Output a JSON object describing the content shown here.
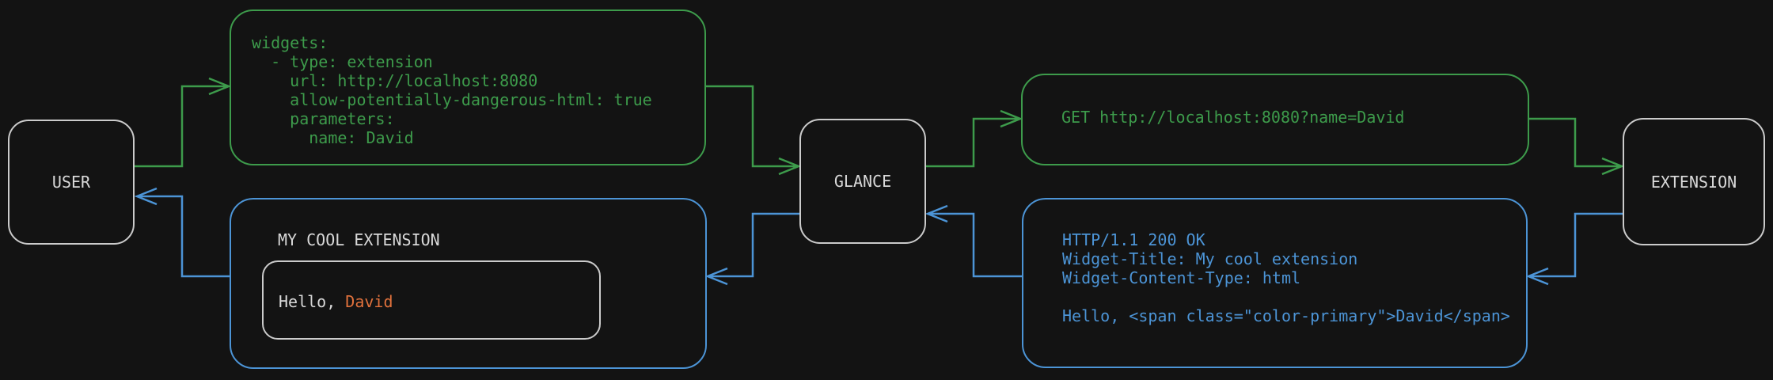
{
  "diagram": {
    "nodes": {
      "user": {
        "label": "USER"
      },
      "glance": {
        "label": "GLANCE"
      },
      "extension": {
        "label": "EXTENSION"
      }
    },
    "config_box": {
      "lines": [
        "widgets:",
        "  - type: extension",
        "    url: http://localhost:8080",
        "    allow-potentially-dangerous-html: true",
        "    parameters:",
        "      name: David"
      ]
    },
    "request_box": {
      "lines": [
        "GET http://localhost:8080?name=David"
      ]
    },
    "response_box": {
      "lines": [
        "HTTP/1.1 200 OK",
        "Widget-Title: My cool extension",
        "Widget-Content-Type: html",
        "",
        "Hello, <span class=\"color-primary\">David</span>"
      ]
    },
    "widget_box": {
      "title": "MY COOL EXTENSION",
      "greeting_prefix": "Hello, ",
      "greeting_name": "David"
    },
    "colors": {
      "background": "#131313",
      "request_green": "#3d9b4b",
      "response_blue": "#4c94d6",
      "node_border": "#cbcbcb",
      "text_light": "#d9d9d9",
      "name_orange": "#e0713c"
    }
  }
}
